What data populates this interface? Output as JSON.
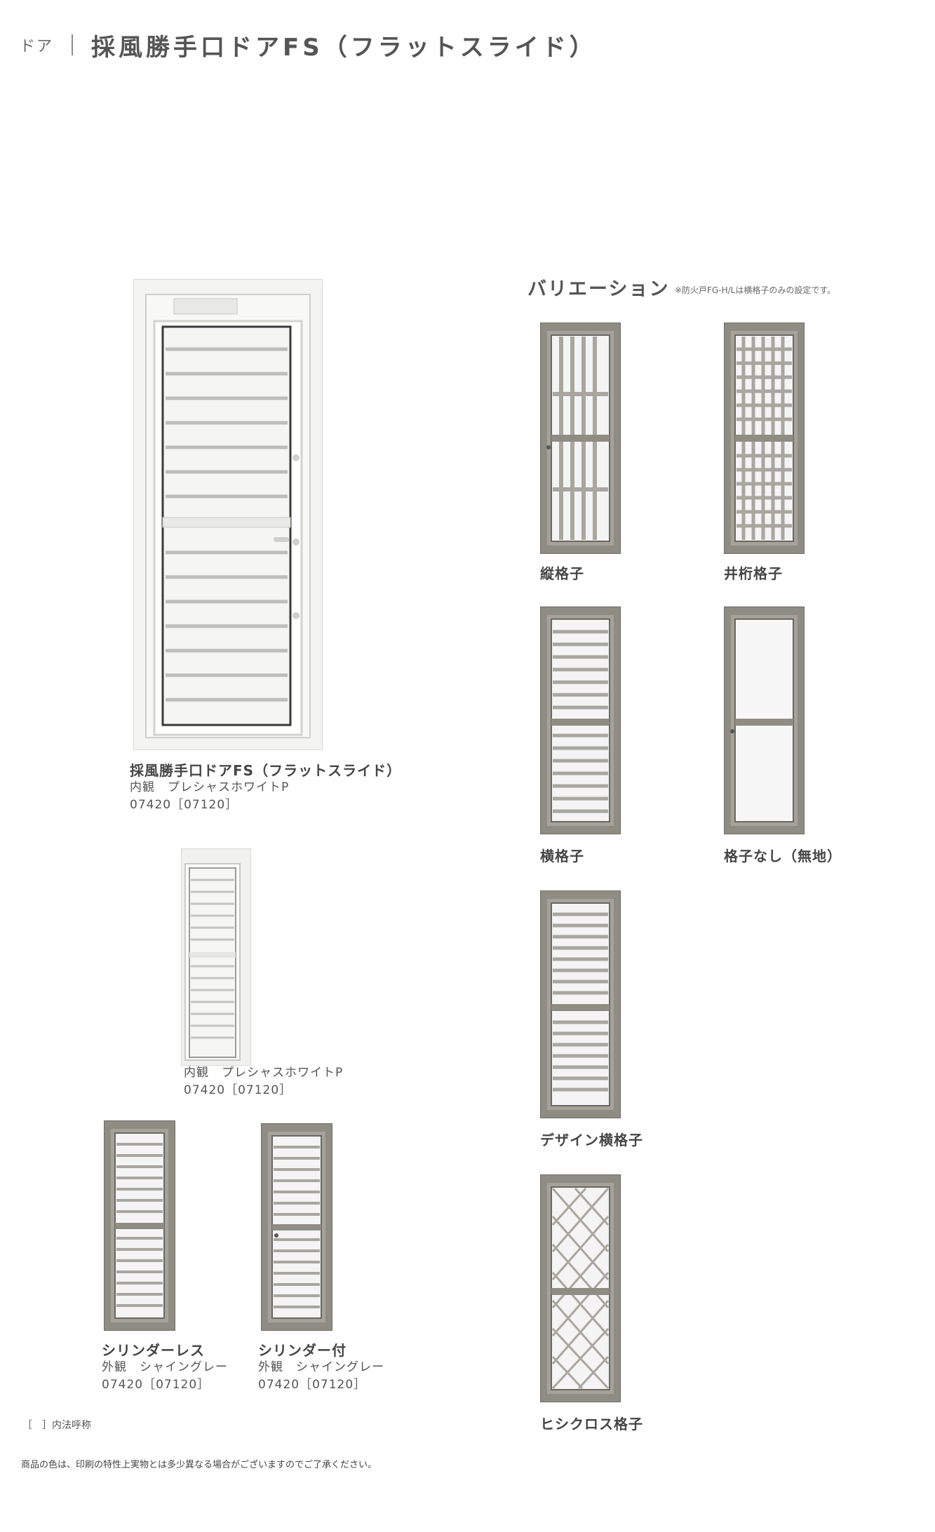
{
  "header": {
    "category": "ドア",
    "title": "採風勝手口ドアFS（フラットスライド）"
  },
  "main_product": {
    "name": "採風勝手口ドアFS（フラットスライド）",
    "view": "内観　プレシャスホワイトP",
    "size": "07420［07120］"
  },
  "second_product": {
    "view": "内観　プレシャスホワイトP",
    "size": "07420［07120］"
  },
  "cylinder_products": [
    {
      "name": "シリンダーレス",
      "view": "外観　シャイングレー",
      "size": "07420［07120］"
    },
    {
      "name": "シリンダー付",
      "view": "外観　シャイングレー",
      "size": "07420［07120］"
    }
  ],
  "variations": {
    "title": "バリエーション",
    "note": "※防火戸FG-H/Lは横格子のみの設定です。",
    "items": [
      {
        "label": "縦格子",
        "type": "vertical"
      },
      {
        "label": "井桁格子",
        "type": "grid"
      },
      {
        "label": "横格子",
        "type": "horizontal"
      },
      {
        "label": "格子なし（無地）",
        "type": "plain"
      },
      {
        "label": "デザイン横格子",
        "type": "design"
      },
      {
        "label": "ヒシクロス格子",
        "type": "diamond"
      }
    ]
  },
  "legend_note": "［　］内法呼称",
  "footer_note": "商品の色は、印刷の特性上実物とは多少異なる場合がございますのでご了承ください。",
  "colors": {
    "frame_gray": "#8f8c84",
    "frame_white": "#f2f2f0",
    "glass": "#f7f7f7"
  }
}
